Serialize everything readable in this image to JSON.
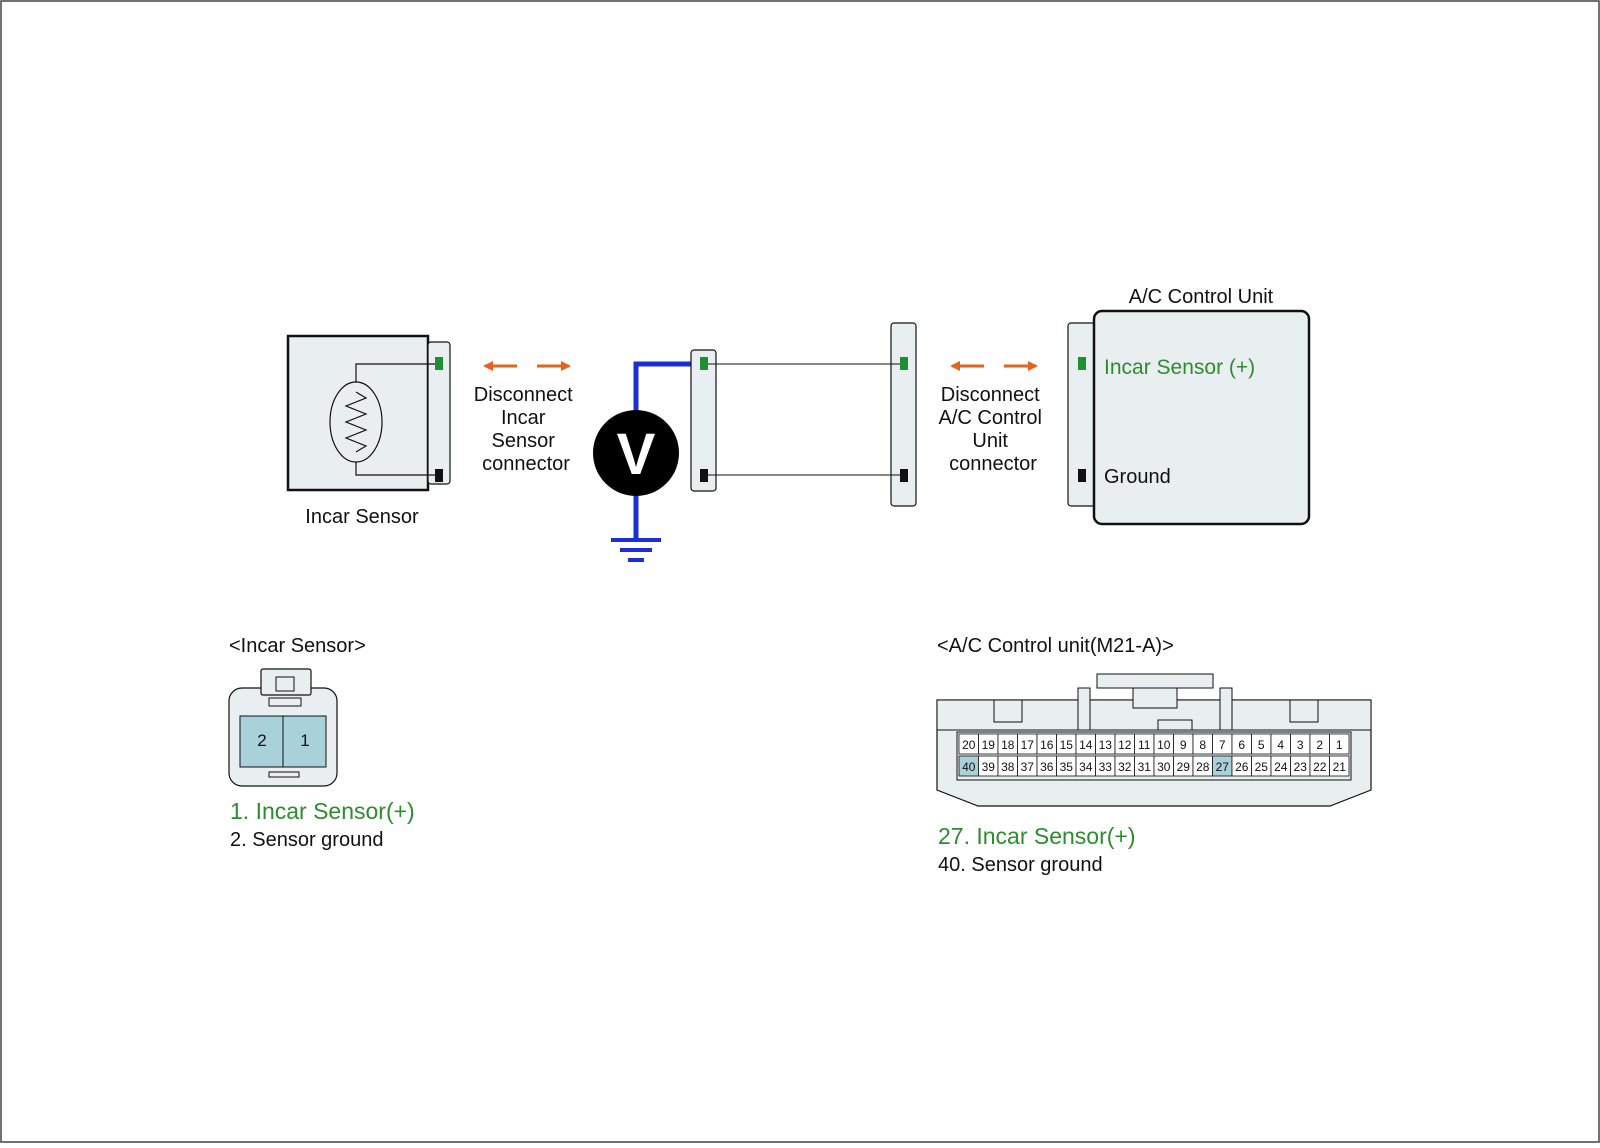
{
  "colors": {
    "green": "#2e8b2e",
    "blue": "#1a2fd6",
    "orange": "#e8621a",
    "box_fill": "#e9eff0",
    "pin_highlight": "#a8d1d9",
    "pin_green": "#1f8f2f",
    "pin_black": "#111111"
  },
  "circuit": {
    "incar_sensor_label": "Incar Sensor",
    "disconnect_incar": [
      "Disconnect",
      "Incar",
      "Sensor",
      "connector"
    ],
    "voltmeter_letter": "V",
    "disconnect_ac": [
      "Disconnect",
      "A/C Control",
      "Unit",
      "connector"
    ],
    "ac_unit_title": "A/C Control Unit",
    "ac_pin_plus": "Incar Sensor (+)",
    "ac_pin_ground": "Ground"
  },
  "incar_connector": {
    "title": "<Incar Sensor>",
    "pins": [
      "2",
      "1"
    ],
    "legend": [
      {
        "text": "1. Incar Sensor(+)",
        "color": "green"
      },
      {
        "text": "2. Sensor ground",
        "color": "black"
      }
    ]
  },
  "ac_connector": {
    "title": "<A/C Control unit(M21-A)>",
    "top_row": [
      "20",
      "19",
      "18",
      "17",
      "16",
      "15",
      "14",
      "13",
      "12",
      "11",
      "10",
      "9",
      "8",
      "7",
      "6",
      "5",
      "4",
      "3",
      "2",
      "1"
    ],
    "bottom_row": [
      "40",
      "39",
      "38",
      "37",
      "36",
      "35",
      "34",
      "33",
      "32",
      "31",
      "30",
      "29",
      "28",
      "27",
      "26",
      "25",
      "24",
      "23",
      "22",
      "21"
    ],
    "highlighted": [
      "40",
      "27"
    ],
    "legend": [
      {
        "text": "27. Incar Sensor(+)",
        "color": "green"
      },
      {
        "text": "40. Sensor ground",
        "color": "black"
      }
    ]
  }
}
